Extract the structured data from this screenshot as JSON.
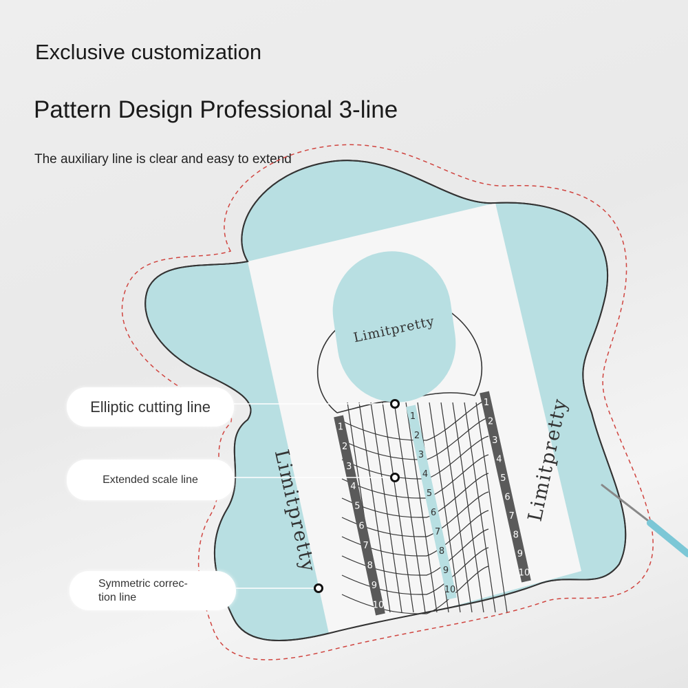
{
  "header": {
    "title": "Exclusive customization",
    "subtitle": "Pattern Design Professional 3-line",
    "description": "The auxiliary line is clear and easy to extend"
  },
  "callouts": [
    {
      "label": "Elliptic cutting line"
    },
    {
      "label": "Extended scale line"
    },
    {
      "label": "Symmetric correc-\ntion line"
    }
  ],
  "product": {
    "brand": "Limitpretty",
    "scale_numbers": [
      "1",
      "2",
      "3",
      "4",
      "5",
      "6",
      "7",
      "8",
      "9",
      "10"
    ]
  },
  "colors": {
    "blue": "#b8dfe2",
    "ruler": "#5a5a5a",
    "dash": "#d0443f"
  }
}
